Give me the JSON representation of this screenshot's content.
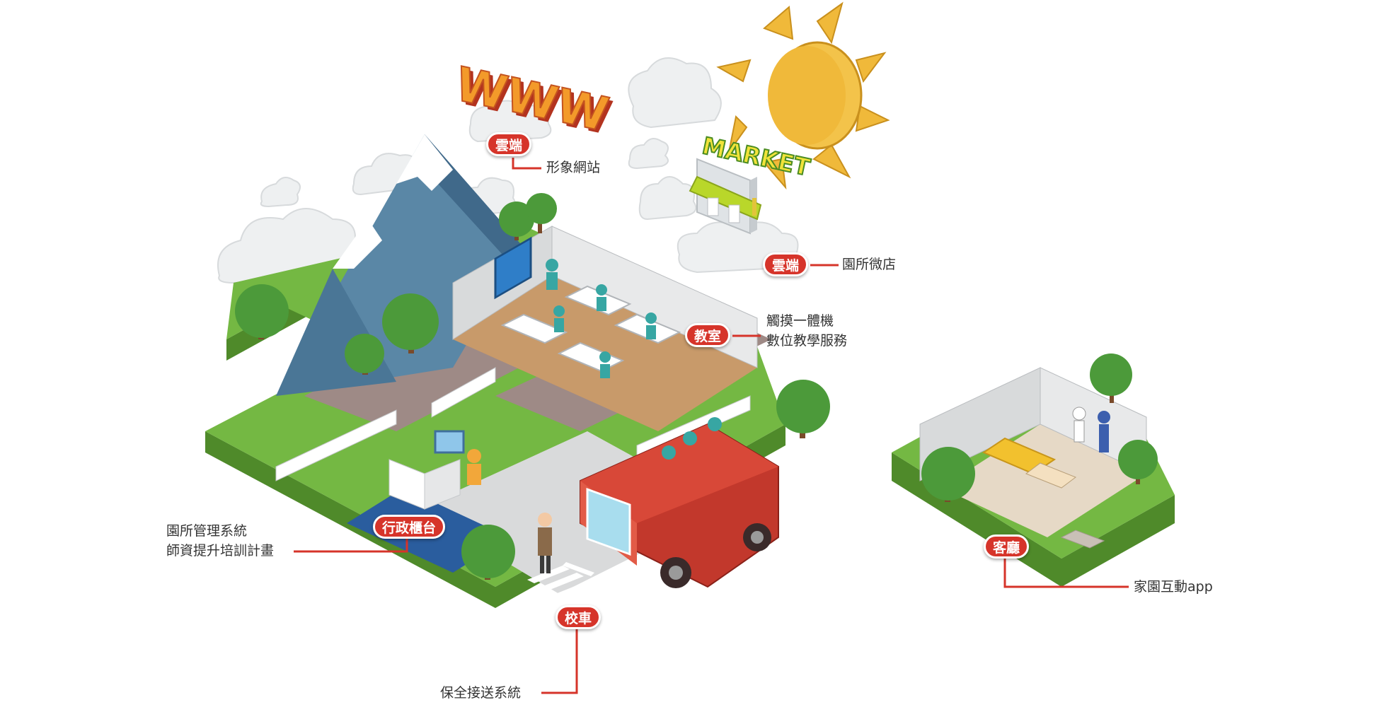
{
  "hotspots": {
    "website": {
      "badge": "雲端",
      "lines": [
        "形象網站"
      ]
    },
    "shop": {
      "badge": "雲端",
      "lines": [
        "園所微店"
      ]
    },
    "classroom": {
      "badge": "教室",
      "lines": [
        "觸摸一體機",
        "數位教學服務"
      ]
    },
    "admin": {
      "badge": "行政櫃台",
      "lines": [
        "園所管理系統",
        "師資提升培訓計畫"
      ]
    },
    "bus": {
      "badge": "校車",
      "lines": [
        "保全接送系統"
      ]
    },
    "living": {
      "badge": "客廳",
      "lines": [
        "家園互動app"
      ]
    }
  },
  "signs": {
    "www": "WWW",
    "market": "MARKET"
  },
  "colors": {
    "accent": "#d6342a",
    "grass": "#74b843",
    "grass_side": "#4f8a2a",
    "road": "#9e8a86",
    "sun": "#f0b93a"
  }
}
